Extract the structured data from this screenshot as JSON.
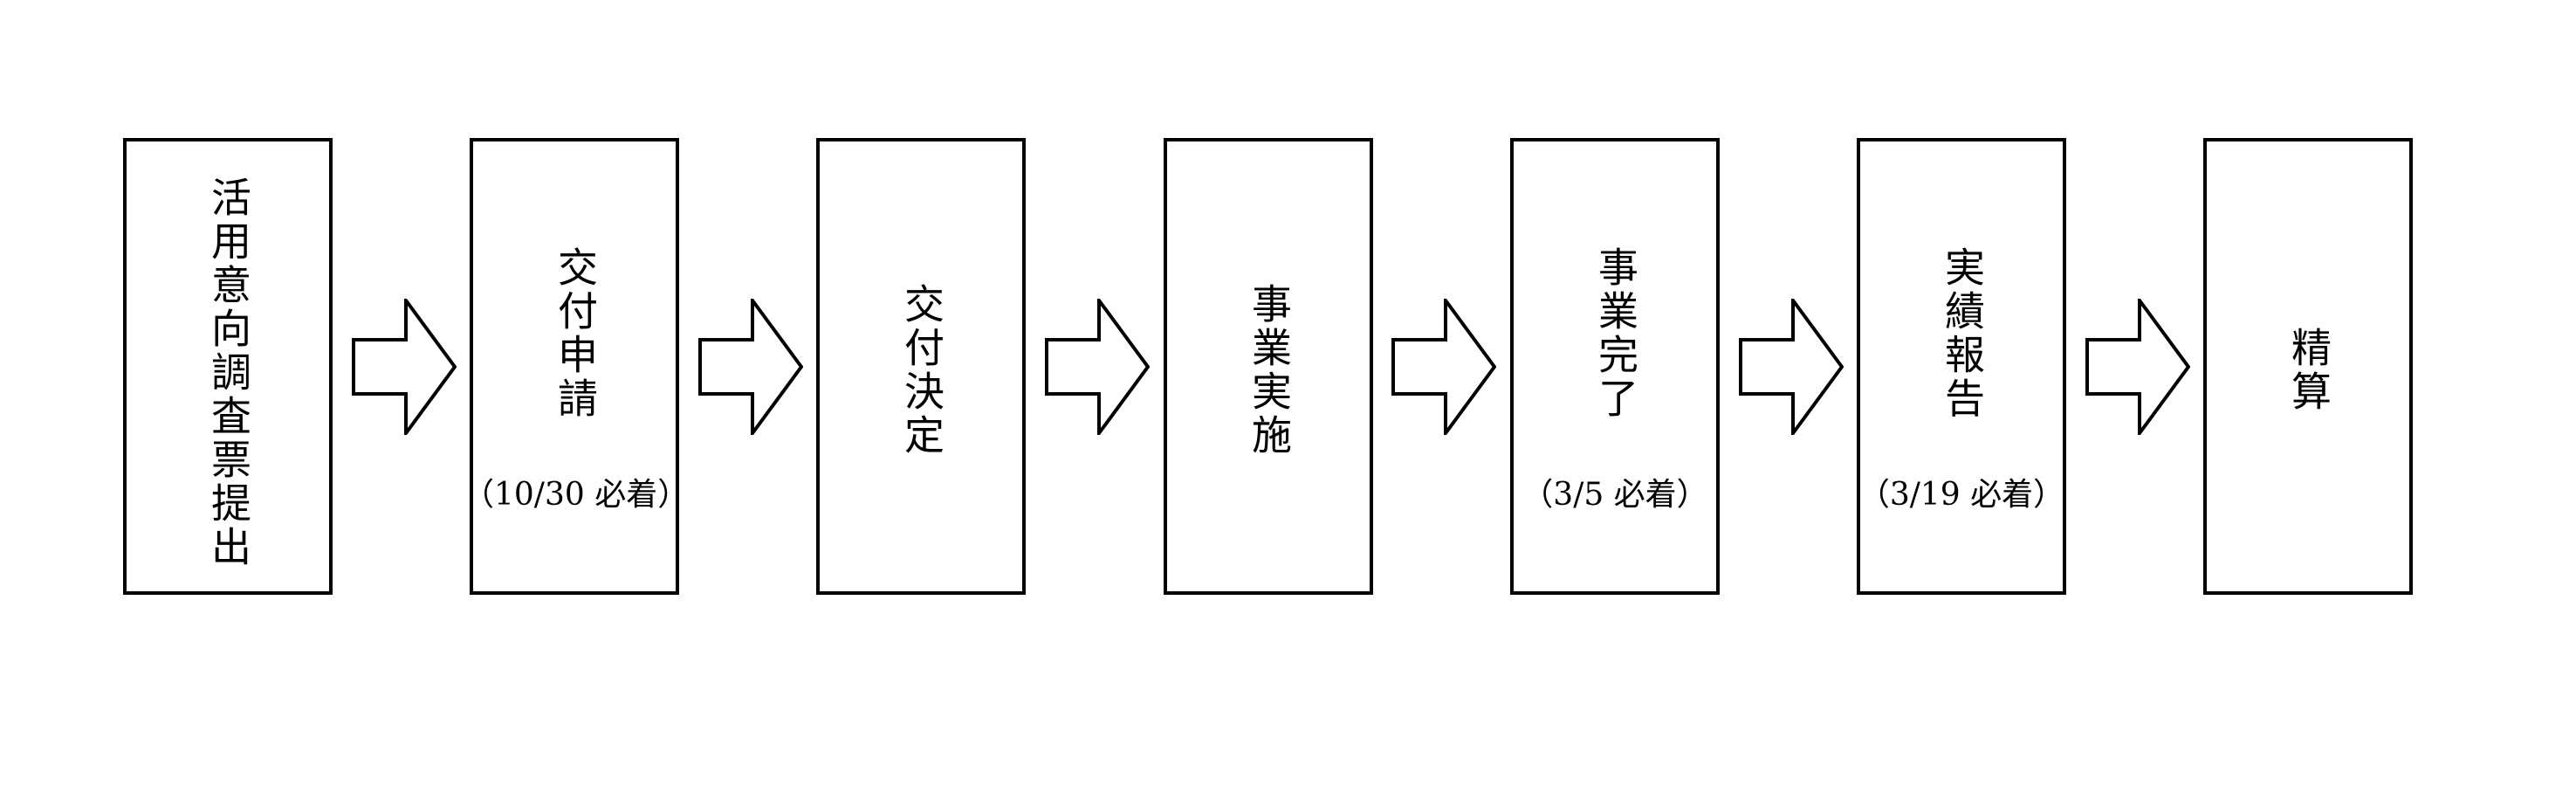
{
  "steps": [
    {
      "label": "活用意向調査票提出",
      "note": ""
    },
    {
      "label": "交付申請",
      "note": "（10/30 必着）"
    },
    {
      "label": "交付決定",
      "note": ""
    },
    {
      "label": "事業実施",
      "note": ""
    },
    {
      "label": "事業完了",
      "note": "（3/5 必着）"
    },
    {
      "label": "実績報告",
      "note": "（3/19 必着）"
    },
    {
      "label": "精算",
      "note": ""
    }
  ]
}
